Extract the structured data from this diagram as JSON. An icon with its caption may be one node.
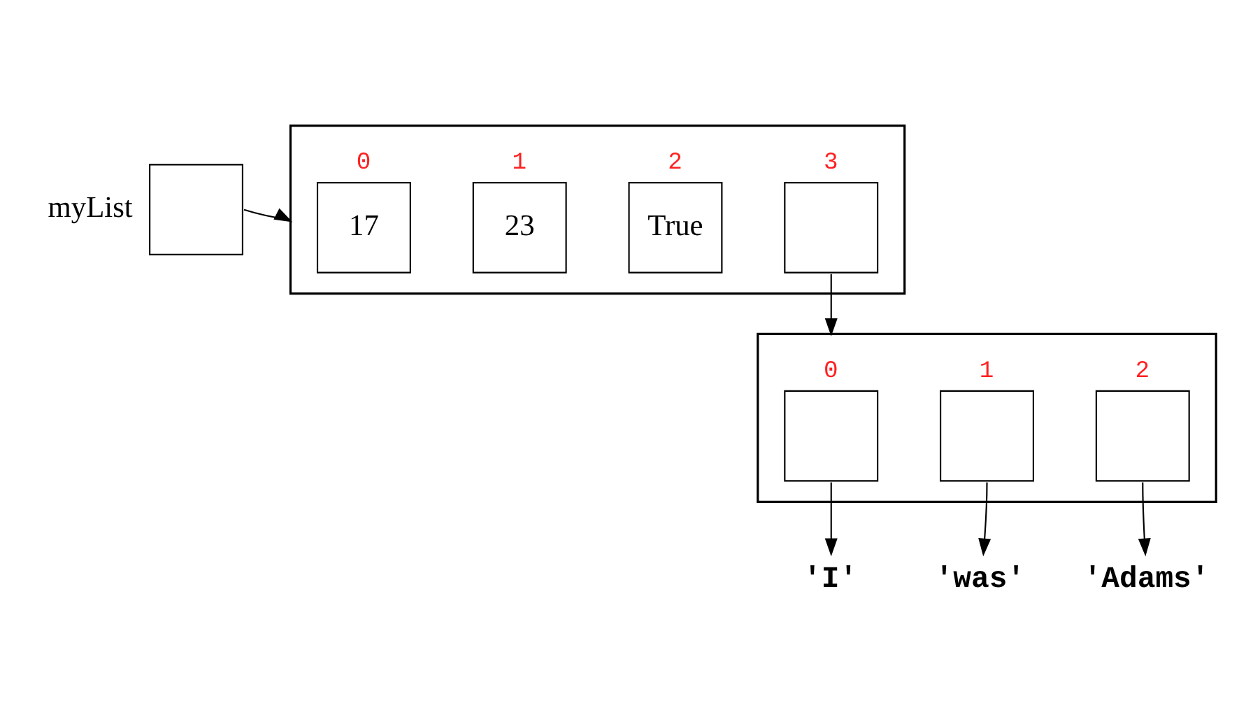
{
  "diagram": {
    "nodes": [
      {
        "text": [],
        "shape": "box",
        "beside": [
          "myList"
        ]
      },
      {
        "text": [],
        "shape": "box"
      },
      {
        "text": [
          "17"
        ],
        "in": 1,
        "beside": [
          "0"
        ]
      },
      {
        "text": [
          "23"
        ],
        "in": 1,
        "beside": [
          "1"
        ]
      },
      {
        "text": [
          "True"
        ],
        "in": 1,
        "beside": [
          "2"
        ]
      },
      {
        "text": [],
        "shape": "box",
        "in": 1,
        "beside": [
          "3"
        ]
      },
      {
        "text": [],
        "shape": "box"
      },
      {
        "text": [],
        "shape": "box",
        "in": 6,
        "beside": [
          "0"
        ]
      },
      {
        "text": [],
        "shape": "box",
        "in": 6,
        "beside": [
          "1"
        ]
      },
      {
        "text": [],
        "shape": "box",
        "in": 6,
        "beside": [
          "2"
        ]
      },
      {
        "text": [
          "'I'"
        ]
      },
      {
        "text": [
          "'was'"
        ]
      },
      {
        "text": [
          "'Adams'"
        ]
      }
    ],
    "edges": [
      {
        "from": 0,
        "to": 1,
        "arrow": "to"
      },
      {
        "from": 5,
        "to": 6,
        "arrow": "to"
      },
      {
        "from": 7,
        "to": 10,
        "arrow": "to"
      },
      {
        "from": 8,
        "to": 11,
        "arrow": "to"
      },
      {
        "from": 9,
        "to": 12,
        "arrow": "to"
      }
    ]
  }
}
